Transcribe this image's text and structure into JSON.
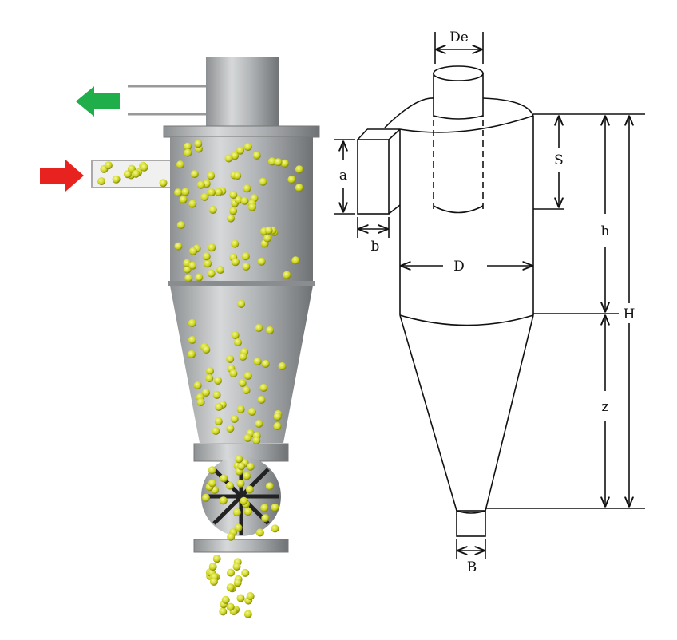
{
  "labels": {
    "De": "De",
    "a": "a",
    "b": "b",
    "S": "S",
    "h": "h",
    "H": "H",
    "D": "D",
    "z": "z",
    "B": "B"
  },
  "colors": {
    "outlet_arrow": "#1fae4a",
    "inlet_arrow": "#e8231f",
    "particle": "#d8e020",
    "body": "#a9acae"
  }
}
